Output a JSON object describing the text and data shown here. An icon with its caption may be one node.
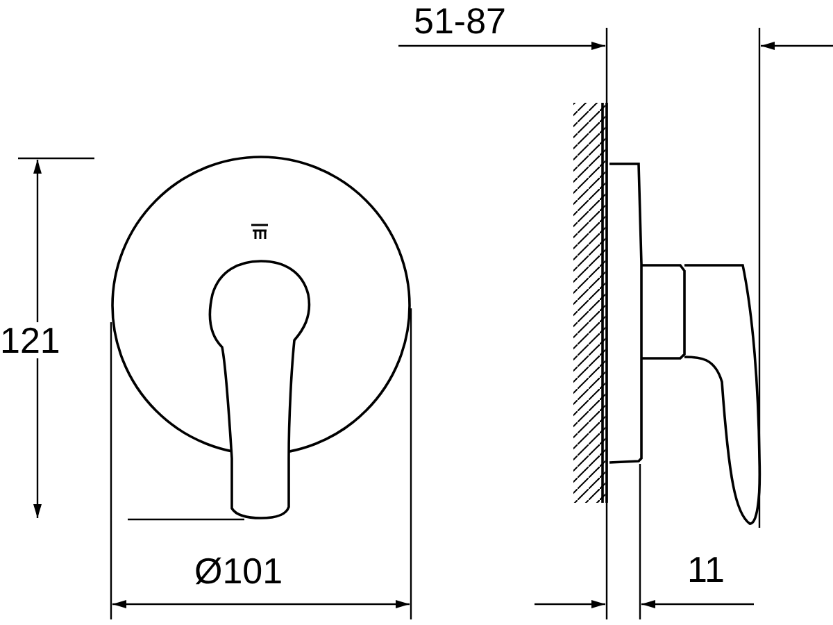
{
  "diagram": {
    "labels": [
      "51-87",
      "121",
      "Ø101",
      "11"
    ]
  }
}
